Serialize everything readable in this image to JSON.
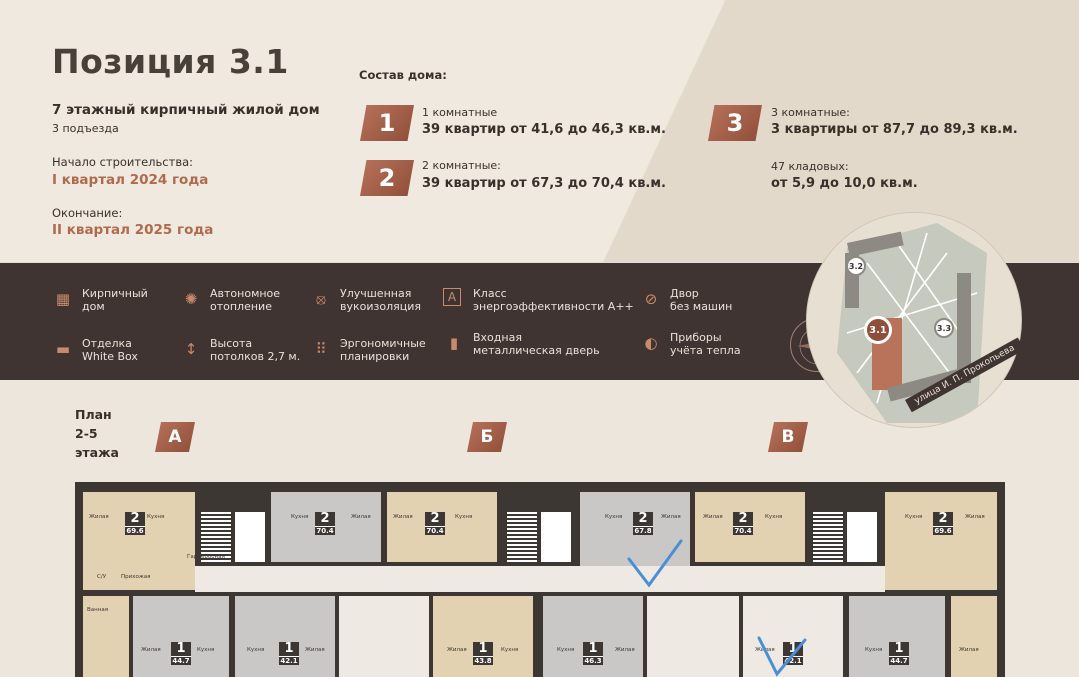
{
  "header": {
    "title": "Позиция 3.1",
    "building": "7 этажный кирпичный жилой дом",
    "entrances": "3 подъезда",
    "start_label": "Начало строительства:",
    "start_value": "I квартал 2024 года",
    "end_label": "Окончание:",
    "end_value": "II квартал 2025 года"
  },
  "composition": {
    "title": "Состав дома:",
    "items": [
      {
        "badge": "1",
        "label": "1 комнатные",
        "value": "39 квартир от 41,6 до 46,3 кв.м."
      },
      {
        "badge": "2",
        "label": "2 комнатные:",
        "value": "39 квартир от 67,3 до 70,4 кв.м."
      },
      {
        "badge": "3",
        "label": "3 комнатные:",
        "value": "3 квартиры от 87,7 до 89,3  кв.м."
      },
      {
        "badge": "",
        "label": "47 кладовых:",
        "value": "от 5,9 до 10,0 кв.м."
      }
    ]
  },
  "features": [
    {
      "icon": "building-icon",
      "l1": "Кирпичный",
      "l2": "дом"
    },
    {
      "icon": "sun-icon",
      "l1": "Автономное",
      "l2": "отопление"
    },
    {
      "icon": "ear-icon",
      "l1": "Улучшенная",
      "l2": "вукоизоляция"
    },
    {
      "icon": "energy-class-icon",
      "l1": "Класс",
      "l2": "энергоэффективности А++"
    },
    {
      "icon": "no-car-icon",
      "l1": "Двор",
      "l2": "без машин"
    },
    {
      "icon": "paint-roller-icon",
      "l1": "Отделка",
      "l2": "White Box"
    },
    {
      "icon": "height-arrow-icon",
      "l1": "Высота",
      "l2": "потолков 2,7 м."
    },
    {
      "icon": "grid-icon",
      "l1": "Эргономичные",
      "l2": "планировки"
    },
    {
      "icon": "door-icon",
      "l1": "Входная",
      "l2": "металлическая дверь"
    },
    {
      "icon": "drop-icon",
      "l1": "Приборы",
      "l2": "учёта тепла"
    }
  ],
  "map": {
    "pins": [
      "3.2",
      "3.1",
      "3.3"
    ],
    "street": "улица И. П. Прокопьева"
  },
  "plan": {
    "label_l1": "План",
    "label_l2": "2-5",
    "label_l3": "этажа",
    "sections": [
      "А",
      "Б",
      "В"
    ],
    "top_apts": [
      {
        "rooms": "2",
        "area": "69.6"
      },
      {
        "rooms": "2",
        "area": "70.4"
      },
      {
        "rooms": "2",
        "area": "70.4"
      },
      {
        "rooms": "2",
        "area": "67.8"
      },
      {
        "rooms": "2",
        "area": "70.4"
      },
      {
        "rooms": "2",
        "area": "69.6"
      }
    ],
    "bottom_apts": [
      {
        "rooms": "1",
        "area": "44.7"
      },
      {
        "rooms": "1",
        "area": "42.1"
      },
      {
        "rooms": "1",
        "area": "43.8"
      },
      {
        "rooms": "1",
        "area": "46.3"
      },
      {
        "rooms": "1",
        "area": "42.1"
      },
      {
        "rooms": "1",
        "area": "44.7"
      }
    ],
    "rooms": {
      "living": "Жилая",
      "kitchen": "Кухня",
      "hall": "Прихожая",
      "wardrobe": "Гардеробная",
      "bath": "Ванная",
      "wc": "С/У"
    }
  },
  "colors": {
    "accent": "#b06a4c",
    "band": "#3f3431",
    "sand": "#e3d2b2",
    "grey": "#c9c8c6",
    "check": "#4a8fd6"
  }
}
